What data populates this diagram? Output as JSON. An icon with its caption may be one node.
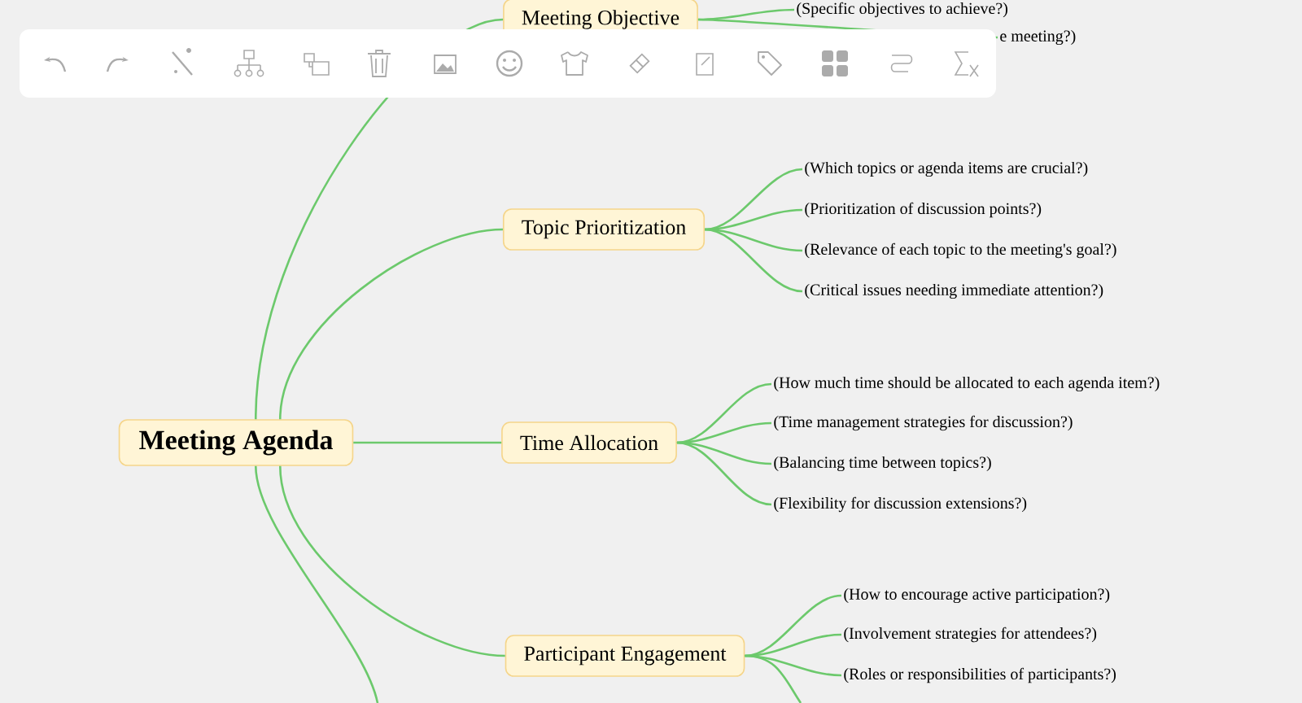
{
  "diagram": {
    "nodes": [
      {
        "text": [
          "Meeting Agenda"
        ]
      },
      {
        "text": [
          "Meeting Objective"
        ]
      },
      {
        "text": [
          "(Specific objectives to achieve?)"
        ]
      },
      {
        "text": [
          "e meeting?)"
        ]
      },
      {
        "text": [
          "Topic Prioritization"
        ]
      },
      {
        "text": [
          "(Which topics or agenda items are crucial?)"
        ]
      },
      {
        "text": [
          "(Prioritization of discussion points?)"
        ]
      },
      {
        "text": [
          "(Relevance of each topic to the meeting's goal?)"
        ]
      },
      {
        "text": [
          "(Critical issues needing immediate attention?)"
        ]
      },
      {
        "text": [
          "Time Allocation"
        ]
      },
      {
        "text": [
          "(How much time should be allocated to each agenda item?)"
        ]
      },
      {
        "text": [
          "(Time management strategies for discussion?)"
        ]
      },
      {
        "text": [
          "(Balancing time between topics?)"
        ]
      },
      {
        "text": [
          "(Flexibility for discussion extensions?)"
        ]
      },
      {
        "text": [
          "Participant Engagement"
        ]
      },
      {
        "text": [
          "(How to encourage active participation?)"
        ]
      },
      {
        "text": [
          "(Involvement strategies for attendees?)"
        ]
      },
      {
        "text": [
          "(Roles or responsibilities of participants?)"
        ]
      }
    ],
    "edges": [
      {
        "from": 0,
        "to": 1,
        "arrow": "none"
      },
      {
        "from": 0,
        "to": 4,
        "arrow": "none"
      },
      {
        "from": 0,
        "to": 9,
        "arrow": "none"
      },
      {
        "from": 0,
        "to": 14,
        "arrow": "none"
      },
      {
        "from": 0,
        "to": null,
        "arrow": "none"
      },
      {
        "from": 1,
        "to": 2,
        "arrow": "none"
      },
      {
        "from": 1,
        "to": 3,
        "arrow": "none"
      },
      {
        "from": 4,
        "to": 5,
        "arrow": "none"
      },
      {
        "from": 4,
        "to": 6,
        "arrow": "none"
      },
      {
        "from": 4,
        "to": 7,
        "arrow": "none"
      },
      {
        "from": 4,
        "to": 8,
        "arrow": "none"
      },
      {
        "from": 9,
        "to": 10,
        "arrow": "none"
      },
      {
        "from": 9,
        "to": 11,
        "arrow": "none"
      },
      {
        "from": 9,
        "to": 12,
        "arrow": "none"
      },
      {
        "from": 9,
        "to": 13,
        "arrow": "none"
      },
      {
        "from": 14,
        "to": 15,
        "arrow": "none"
      },
      {
        "from": 14,
        "to": 16,
        "arrow": "none"
      },
      {
        "from": 14,
        "to": 17,
        "arrow": "none"
      },
      {
        "from": 14,
        "to": null,
        "arrow": "none"
      }
    ]
  }
}
